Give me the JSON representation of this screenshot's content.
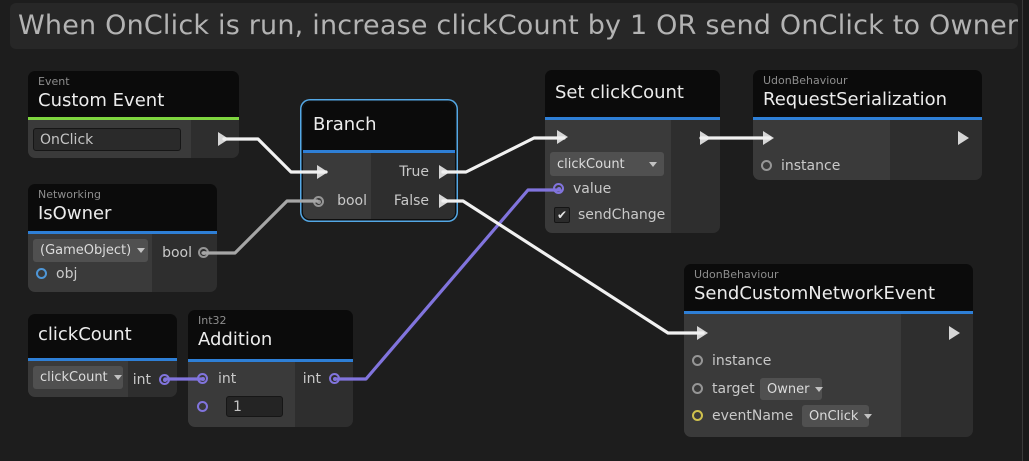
{
  "header": {
    "title": "When OnClick is run, increase clickCount by 1 OR send OnClick to Owner"
  },
  "icons": {
    "checkmark": "✔"
  },
  "nodes": {
    "custom_event": {
      "category": "Event",
      "title": "Custom Event",
      "event_name_value": "OnClick"
    },
    "branch": {
      "title": "Branch",
      "bool_label": "bool",
      "true_label": "True",
      "false_label": "False"
    },
    "is_owner": {
      "category": "Networking",
      "title": "IsOwner",
      "target_dropdown": "(GameObject)",
      "obj_label": "obj",
      "bool_label": "bool"
    },
    "set_clickcount": {
      "title": "Set clickCount",
      "variable_dropdown": "clickCount",
      "value_label": "value",
      "send_change_label": "sendChange",
      "send_change_checked": true
    },
    "request_serialization": {
      "category": "UdonBehaviour",
      "title": "RequestSerialization",
      "instance_label": "instance"
    },
    "clickcount_getter": {
      "title": "clickCount",
      "variable_dropdown": "clickCount",
      "output_label": "int"
    },
    "addition": {
      "category": "Int32",
      "title": "Addition",
      "input_a_label": "int",
      "input_b_value": "1",
      "output_label": "int"
    },
    "send_custom_network_event": {
      "category": "UdonBehaviour",
      "title": "SendCustomNetworkEvent",
      "instance_label": "instance",
      "target_label": "target",
      "target_dropdown": "Owner",
      "event_name_label": "eventName",
      "event_name_dropdown": "OnClick"
    }
  },
  "colors": {
    "background": "#1d1d1d",
    "event_accent": "#7ed53f",
    "node_accent": "#2e7fd6",
    "selection": "#54a8e5",
    "flow_wire": "#f1f1f1",
    "bool_wire": "#a6a6a6",
    "int_wire": "#8174dd",
    "yellow_port": "#cfc14d"
  }
}
